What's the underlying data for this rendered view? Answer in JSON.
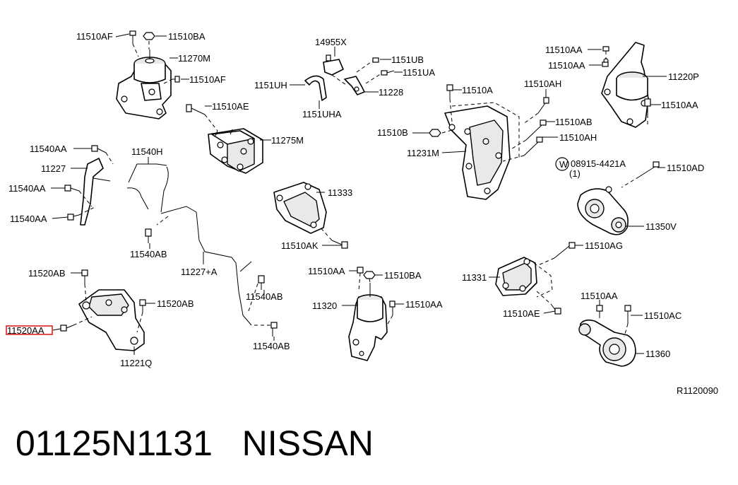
{
  "diagram": {
    "labels": {
      "l11510AF_1": "11510AF",
      "l11510BA_1": "11510BA",
      "l11270M": "11270M",
      "l11510AF_2": "11510AF",
      "l11510AE": "11510AE",
      "l11275M": "11275M",
      "l14955X": "14955X",
      "l1151UB": "1151UB",
      "l1151UA": "1151UA",
      "l1151UH": "1151UH",
      "l1151UHA": "1151UHA",
      "l11228": "11228",
      "l11510AA_1": "11510AA",
      "l11510AA_2": "11510AA",
      "l11220P": "11220P",
      "l11510AA_3": "11510AA",
      "l11510A": "11510A",
      "l11510AH_1": "11510AH",
      "l11510AB": "11510AB",
      "l11510B": "11510B",
      "l11510AH_2": "11510AH",
      "l11231M": "11231M",
      "l08915": "08915-4421A",
      "l08915qty": "(1)",
      "l08915prefix": "W",
      "l11510AD": "11510AD",
      "l11350V": "11350V",
      "l11540AA_1": "11540AA",
      "l11540H": "11540H",
      "l11227": "11227",
      "l11540AA_2": "11540AA",
      "l11540AA_3": "11540AA",
      "l11540AB_1": "11540AB",
      "l11333": "11333",
      "l11510AK": "11510AK",
      "l11227A": "11227+A",
      "l11510AG": "11510AG",
      "l11331": "11331",
      "l11510AE_2": "11510AE",
      "l11520AB_1": "11520AB",
      "l11520AB_2": "11520AB",
      "l11520AA": "11520AA",
      "l11221Q": "11221Q",
      "l11540AB_2": "11540AB",
      "l11540AB_3": "11540AB",
      "l11510AA_4": "11510AA",
      "l11510BA_2": "11510BA",
      "l11320": "11320",
      "l11510AA_5": "11510AA",
      "l11510AA_6": "11510AA",
      "l11510AC": "11510AC",
      "l11360": "11360",
      "ref": "R1120090"
    },
    "highlight_color": "#e02020"
  },
  "caption": {
    "part_number": "01125N1131",
    "brand": "NISSAN"
  }
}
